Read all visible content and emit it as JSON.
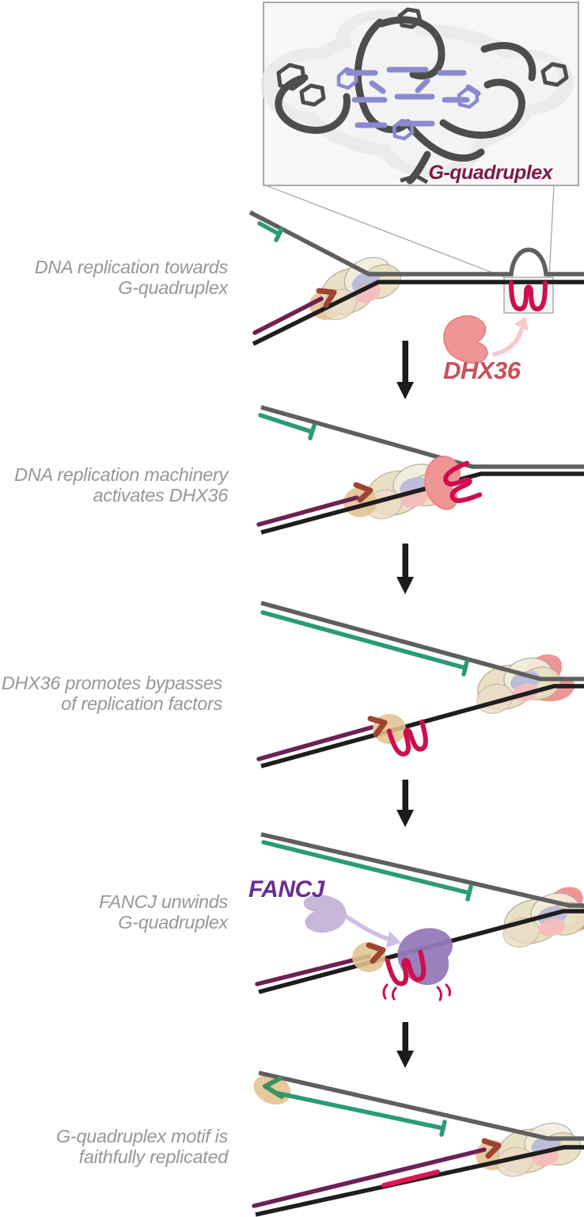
{
  "inset": {
    "label": "G-quadruplex"
  },
  "steps": [
    {
      "line1": "DNA replication towards",
      "line2": "G-quadruplex"
    },
    {
      "line1": "DNA replication machinery",
      "line2": "activates DHX36"
    },
    {
      "line1": "DHX36 promotes bypasses",
      "line2": "of replication factors"
    },
    {
      "line1": "FANCJ unwinds",
      "line2": "G-quadruplex"
    },
    {
      "line1": "G-quadruplex motif is",
      "line2": "faithfully replicated"
    }
  ],
  "proteins": {
    "dhx36": {
      "label": "DHX36",
      "label_color": "#c94f5c",
      "blob_color": "#f09595"
    },
    "fancj": {
      "label": "FANCJ",
      "label_color": "#6b2d92",
      "blob_color": "#9779b7",
      "inactive_blob_color": "#c8b7d9"
    }
  },
  "colors": {
    "step_label_text": "#979797",
    "inset_label_text": "#7a1c49",
    "template_strand_gray": "#5f5f5f",
    "template_strand_black": "#1e1e1e",
    "nascent_lagging_green": "#2a9c74",
    "nascent_leading_maroon": "#6d2153",
    "g_quadruplex_crimson": "#ce0f4d",
    "replicated_motif_crimson": "#e31353",
    "primer_arrow_brown": "#9d4530",
    "helicase_tan": "#e3c18e",
    "machinery_beige": "#e9dfc0",
    "machinery_lavender": "#b9badb",
    "machinery_pink": "#f6bcbc",
    "quartet_purple": "#8a8ace",
    "ribbon_gray": "#4d4d4d",
    "down_arrow_black": "#1b1b1b"
  }
}
